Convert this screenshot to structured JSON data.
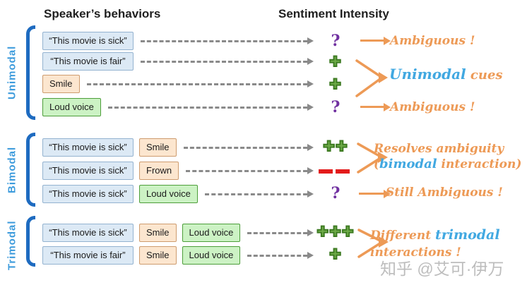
{
  "header": {
    "left_title": "Speaker’s behaviors",
    "right_title": "Sentiment Intensity"
  },
  "sections": [
    {
      "label": "Unimodal",
      "rows": [
        {
          "boxes": [
            "“This movie is sick”"
          ],
          "symbol": "?"
        },
        {
          "boxes": [
            "“This movie is fair”"
          ],
          "symbol": "✚"
        },
        {
          "boxes": [
            "Smile"
          ],
          "symbol": "✚"
        },
        {
          "boxes": [
            "Loud voice"
          ],
          "symbol": "?"
        }
      ]
    },
    {
      "label": "Bimodal",
      "rows": [
        {
          "boxes": [
            "“This movie is sick”",
            "Smile"
          ],
          "symbol": "✚✚"
        },
        {
          "boxes": [
            "“This movie is sick”",
            "Frown"
          ],
          "symbol": "▬▬"
        },
        {
          "boxes": [
            "“This movie is sick”",
            "Loud voice"
          ],
          "symbol": "?"
        }
      ]
    },
    {
      "label": "Trimodal",
      "rows": [
        {
          "boxes": [
            "“This movie is sick”",
            "Smile",
            "Loud voice"
          ],
          "symbol": "✚✚✚"
        },
        {
          "boxes": [
            "“This movie is fair”",
            "Smile",
            "Loud voice"
          ],
          "symbol": "✚"
        }
      ]
    }
  ],
  "annotations": {
    "uni_row1": "Ambiguous !",
    "uni_merged_blue": "Unimodal",
    "uni_merged_rest": " cues",
    "uni_row4": "Ambiguous !",
    "bi_merged_line1": "Resolves ambiguity",
    "bi_merged_line2_open": "(",
    "bi_merged_line2_blue": "bimodal",
    "bi_merged_line2_rest": " interaction)",
    "bi_row3": "Still Ambiguous !",
    "tri_merged_line1_orange": "Different ",
    "tri_merged_line1_blue": "trimodal",
    "tri_merged_line2": "interactions !"
  },
  "watermark": "知乎 @艾可·伊万",
  "colors": {
    "accent_orange": "#ED9A56",
    "accent_blue": "#41A8E1",
    "label_blue": "#3D9BDC",
    "bracket_blue": "#1E6BC0",
    "positive_green": "#6FAC49",
    "negative_red": "#E31B1B",
    "question_purple": "#7030A0",
    "speech_box_fill": "#DCE9F5",
    "face_box_fill": "#FCE6CF",
    "voice_box_fill": "#CCF2C4"
  }
}
